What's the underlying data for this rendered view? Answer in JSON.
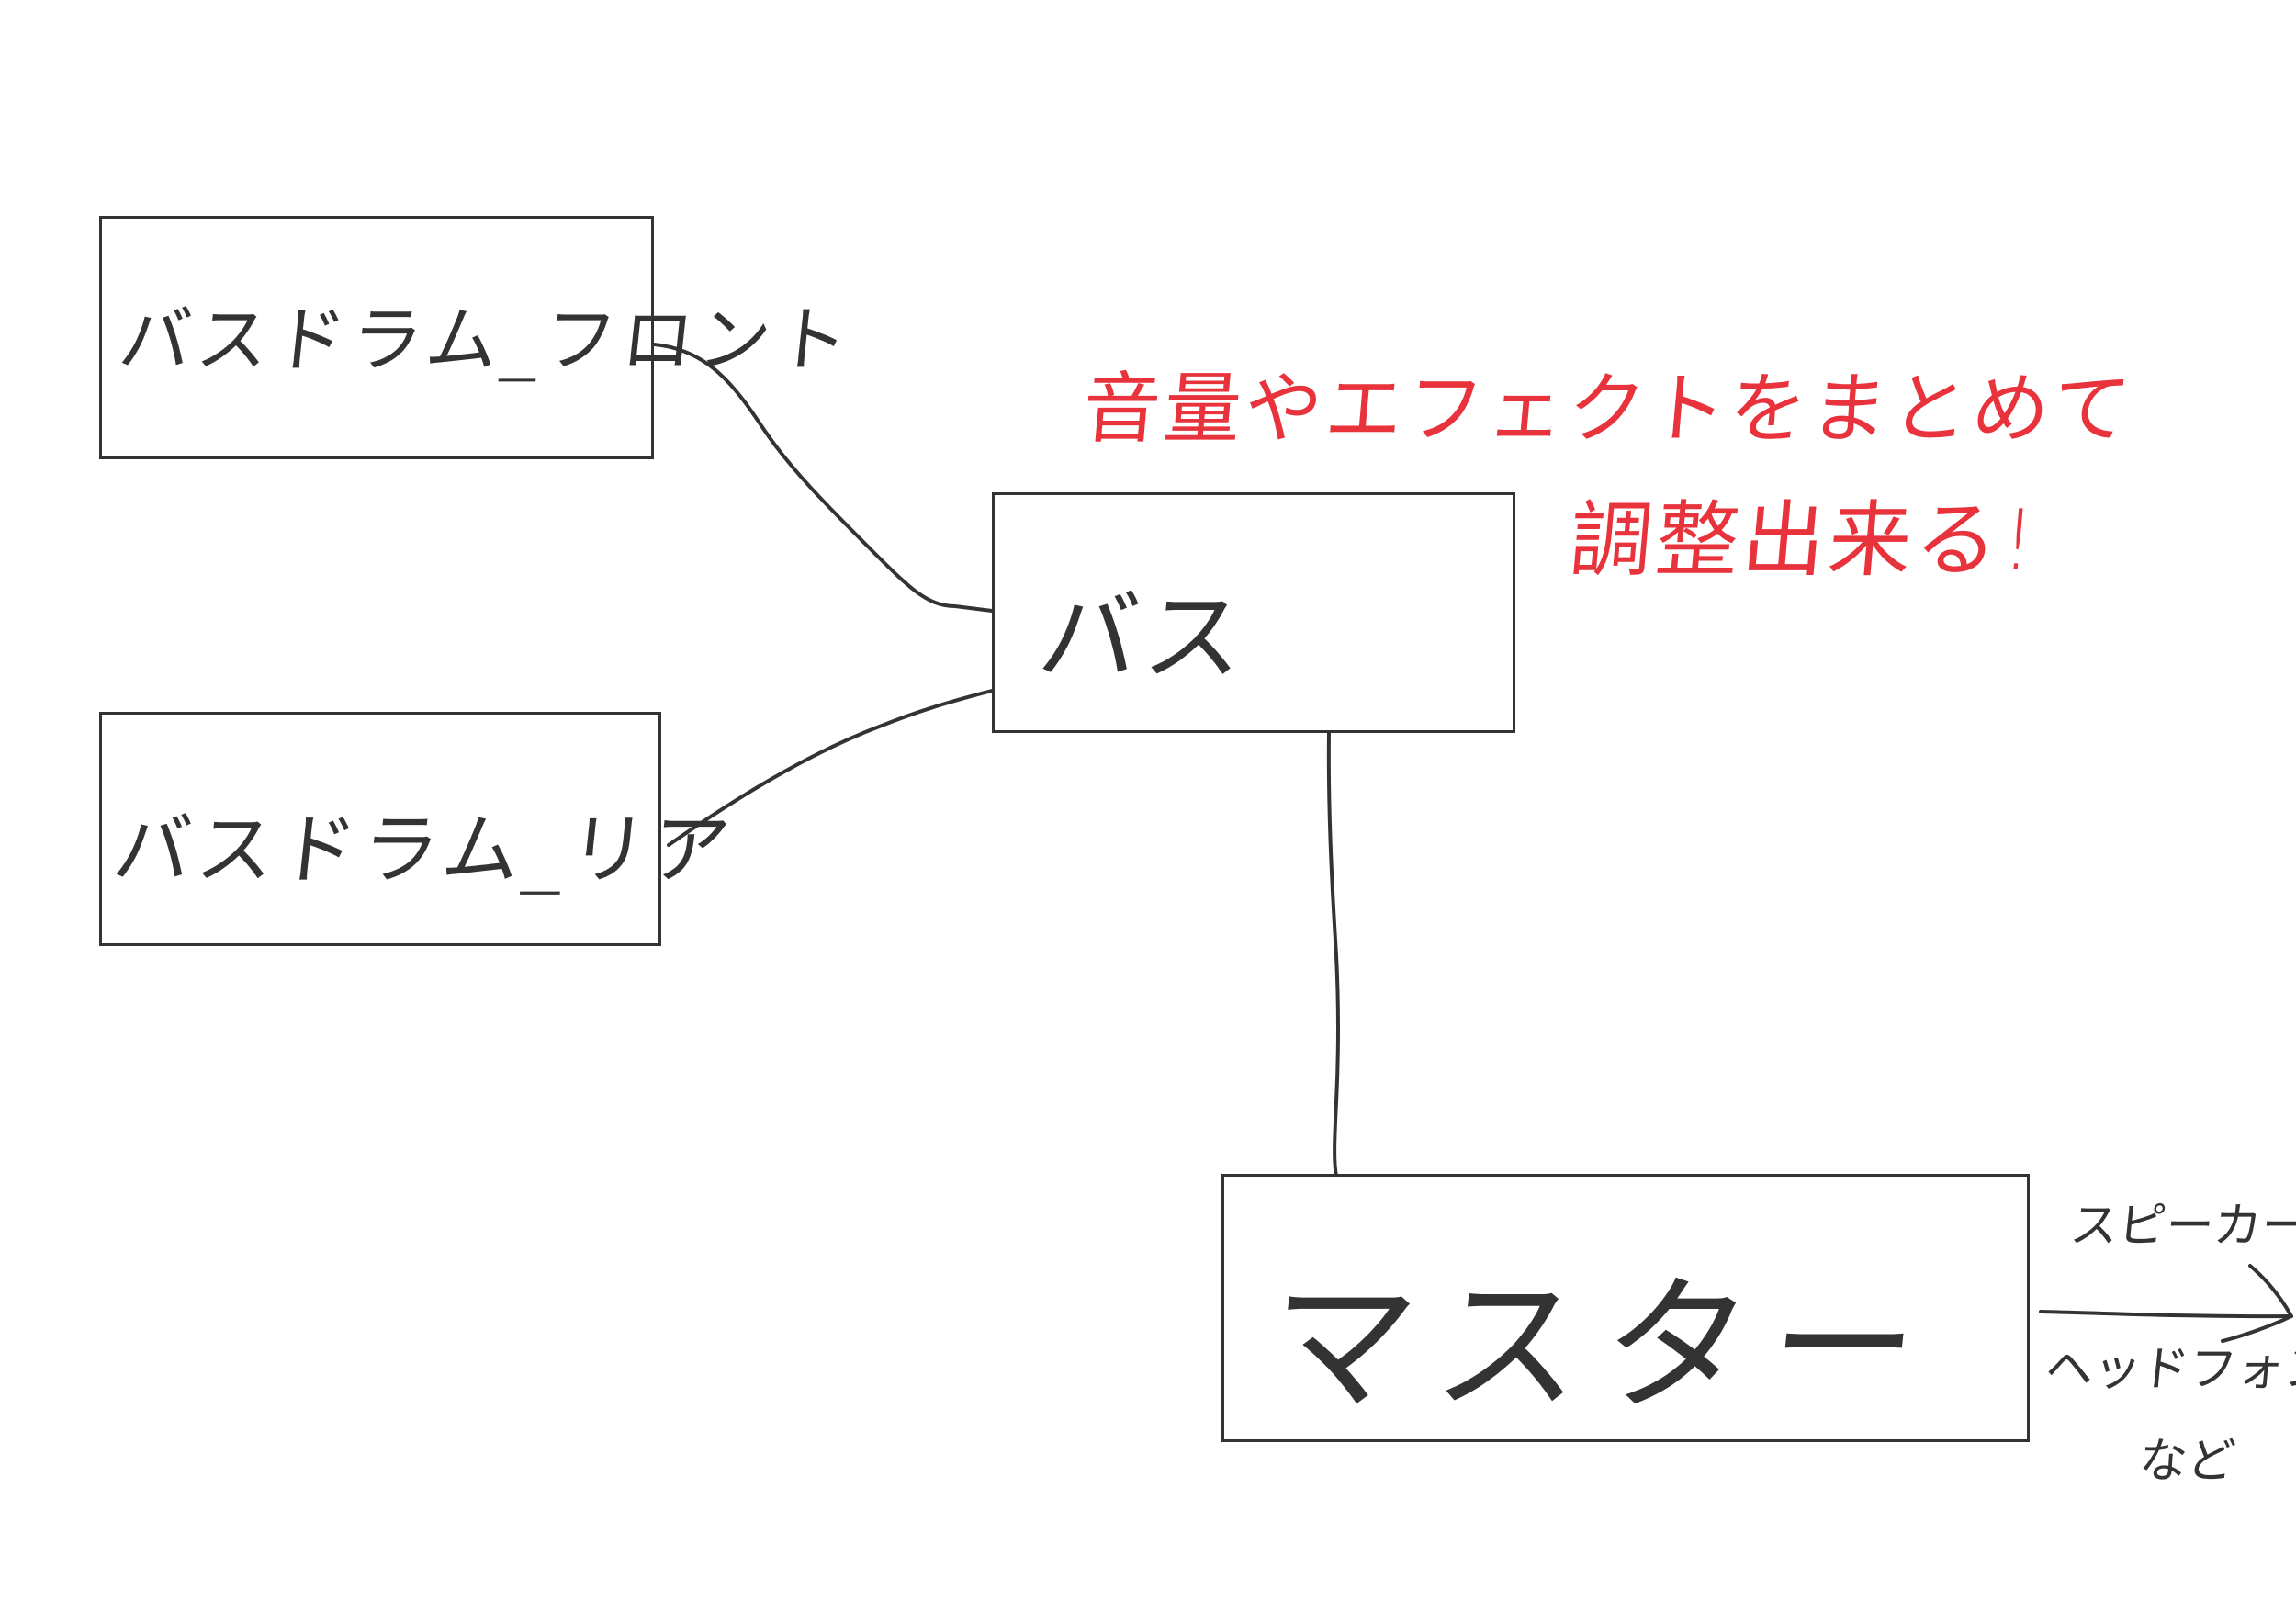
{
  "diagram": {
    "nodes": {
      "front": {
        "label": "バスドラム_フロント"
      },
      "rear": {
        "label": "バスドラム_リア"
      },
      "bus": {
        "label": "バス"
      },
      "master": {
        "label": "マスター"
      }
    },
    "annotation": {
      "line1": "音量やエフェクトをまとめて",
      "line2": "調整出来る!"
    },
    "output": {
      "speaker": "スピーカー",
      "headphone": "ヘッドフォン",
      "etc": "など"
    },
    "colors": {
      "ink": "#333333",
      "annotation": "#e8323c",
      "background": "#ffffff"
    }
  }
}
